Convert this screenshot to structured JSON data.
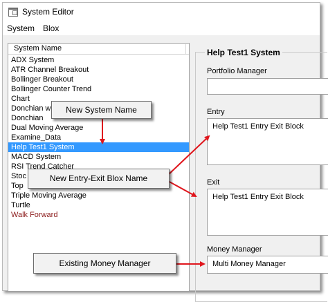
{
  "window": {
    "title": "System Editor"
  },
  "menu": {
    "system": "System",
    "blox": "Blox"
  },
  "list": {
    "header": "System Name",
    "rows": [
      "ADX System",
      "ATR Channel Breakout",
      "Bollinger Breakout",
      "Bollinger Counter Trend",
      "Chart",
      "Donchian w",
      "Donchian",
      "Dual Moving Average",
      "Examine_Data",
      "Help Test1 System",
      "MACD System",
      "RSI Trend Catcher",
      "Stoc",
      "Top",
      "Triple Moving Average",
      "Turtle",
      "Walk Forward"
    ],
    "selected_row": "Help Test1 System"
  },
  "details": {
    "group_title": "Help Test1 System",
    "portfolio_label": "Portfolio Manager",
    "portfolio_value": "",
    "entry_label": "Entry",
    "entry_value": "Help Test1 Entry Exit Block",
    "exit_label": "Exit",
    "exit_value": "Help Test1 Entry Exit Block",
    "money_label": "Money Manager",
    "money_value": "Multi Money Manager"
  },
  "callouts": {
    "new_system_name": "New System Name",
    "new_blox_name": "New Entry-Exit Blox Name",
    "existing_money_manager": "Existing Money Manager"
  },
  "colors": {
    "selection": "#3399ff",
    "arrow": "#e0161d",
    "walk_forward_text": "#8b1a1a"
  }
}
